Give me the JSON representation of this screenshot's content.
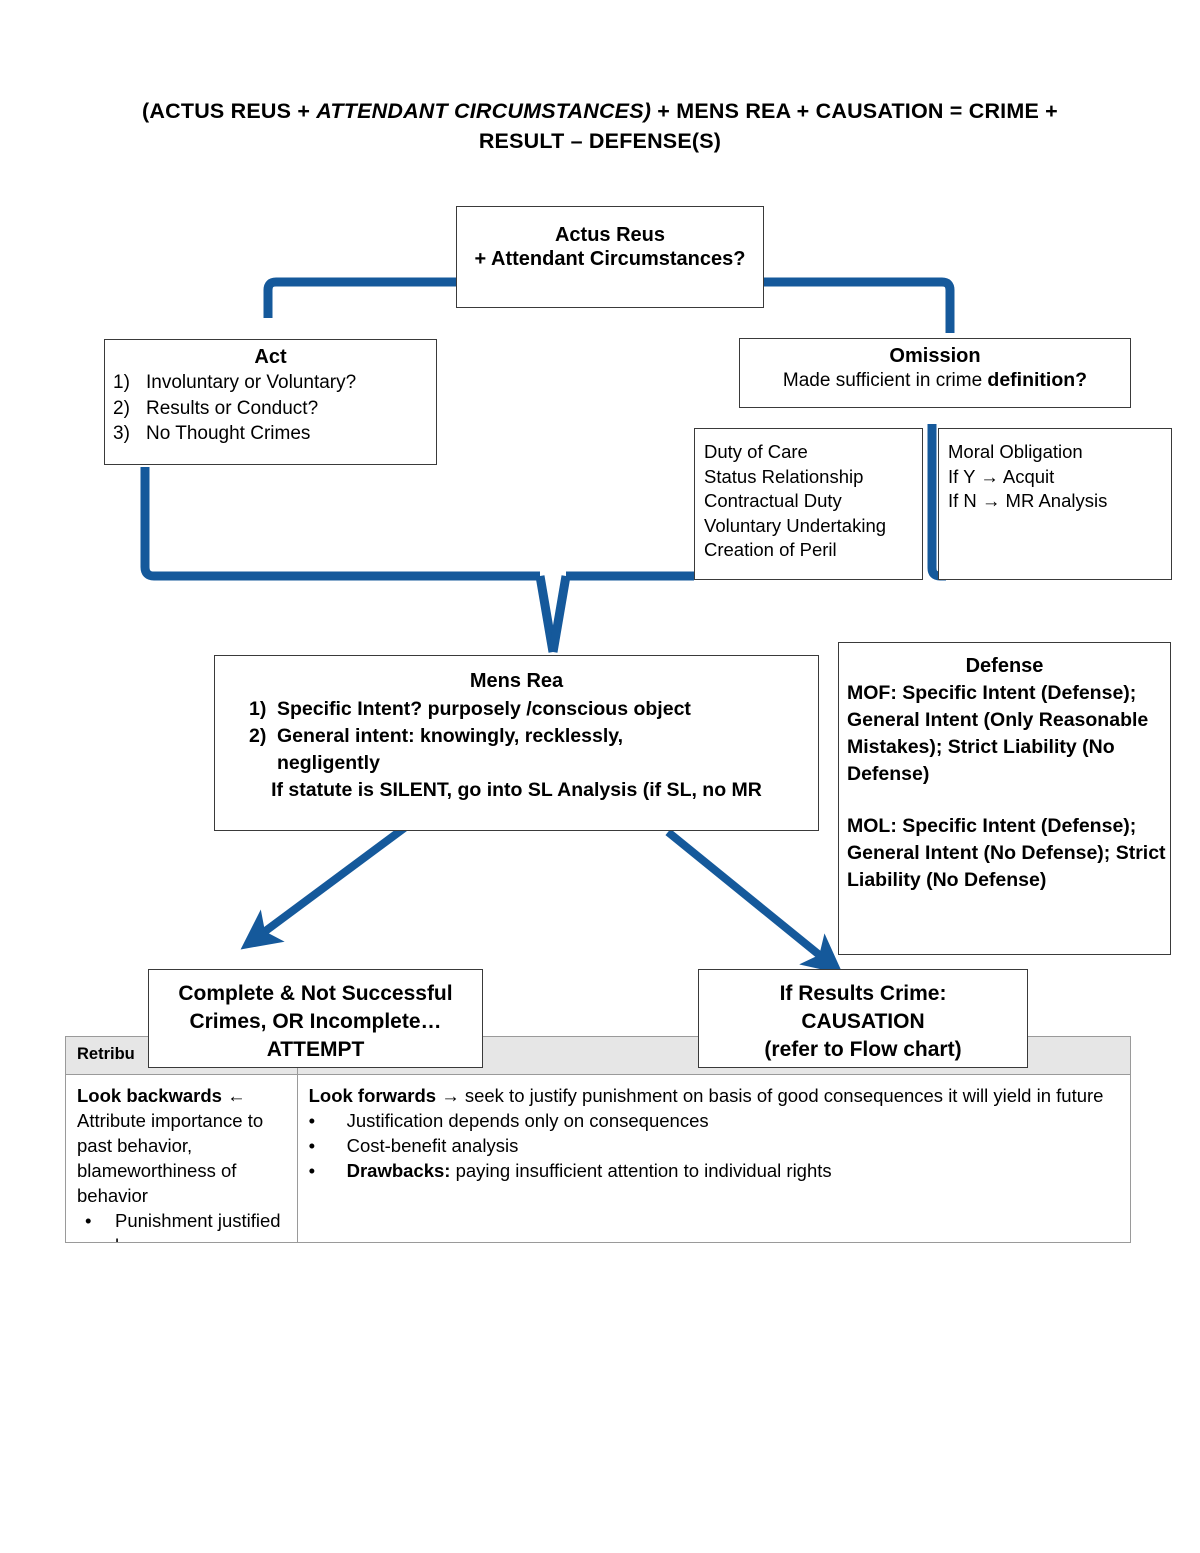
{
  "title": {
    "part1": "(ACTUS REUS + ",
    "italic": "ATTENDANT CIRCUMSTANCES)",
    "part2": " + MENS REA + CAUSATION = CRIME + RESULT – DEFENSE(S)"
  },
  "colors": {
    "connector_blue": "#15599B",
    "box_border": "#3a3a3a",
    "table_border": "#9a9a9a",
    "table_header_bg": "#e6e6e6"
  },
  "nodes": {
    "actus_reus": {
      "line1": "Actus Reus",
      "line2": "+ Attendant Circumstances?"
    },
    "act": {
      "heading": "Act",
      "items": [
        {
          "num": "1)",
          "text": "Involuntary or Voluntary?"
        },
        {
          "num": "2)",
          "text": "Results or Conduct?"
        },
        {
          "num": "3)",
          "text": "No Thought Crimes"
        }
      ]
    },
    "omission": {
      "heading": "Omission",
      "sub_prefix": "Made sufficient in crime ",
      "sub_bold": "definition?"
    },
    "duty": {
      "lines": [
        "Duty of Care",
        "Status Relationship",
        "Contractual Duty",
        "Voluntary Undertaking",
        "Creation of Peril"
      ]
    },
    "moral": {
      "lines": [
        "Moral Obligation",
        "If Y → Acquit",
        "If N → MR Analysis"
      ]
    },
    "mens_rea": {
      "heading": "Mens Rea",
      "items": [
        {
          "num": "1)",
          "text": "Specific Intent?  purposely /conscious object"
        },
        {
          "num": "2)",
          "text": "General intent: knowingly, recklessly,",
          "text2": "negligently"
        }
      ],
      "footer": "If statute is SILENT, go into SL Analysis (if SL, no MR"
    },
    "defense": {
      "heading": "Defense",
      "mof": "MOF: Specific Intent (Defense); General Intent (Only Reasonable Mistakes); Strict Liability (No Defense)",
      "mol": "MOL: Specific Intent (Defense); General Intent (No Defense); Strict Liability (No Defense)"
    },
    "attempt": {
      "line1": "Complete & Not Successful",
      "line2": "Crimes, OR Incomplete…",
      "line3": "ATTEMPT"
    },
    "causation": {
      "line1": "If Results Crime:",
      "line2": "CAUSATION",
      "line3": "(refer to Flow chart)"
    }
  },
  "table": {
    "headers": [
      "Retribu",
      ""
    ],
    "rows": [
      {
        "col1": {
          "lead_bold": "Look backwards ←",
          "body": "Attribute importance to past behavior, blameworthiness of behavior",
          "bullets": [
            "Punishment justified because"
          ]
        },
        "col2": {
          "lead_bold": "Look forwards →",
          "lead_rest": " seek to justify punishment on basis of good consequences it will yield in future",
          "bullets": [
            {
              "bold": "",
              "text": "Justification depends only on consequences"
            },
            {
              "bold": "",
              "text": "Cost-benefit analysis"
            },
            {
              "bold": "Drawbacks:",
              "text": " paying insufficient attention to individual rights"
            }
          ]
        }
      }
    ]
  }
}
